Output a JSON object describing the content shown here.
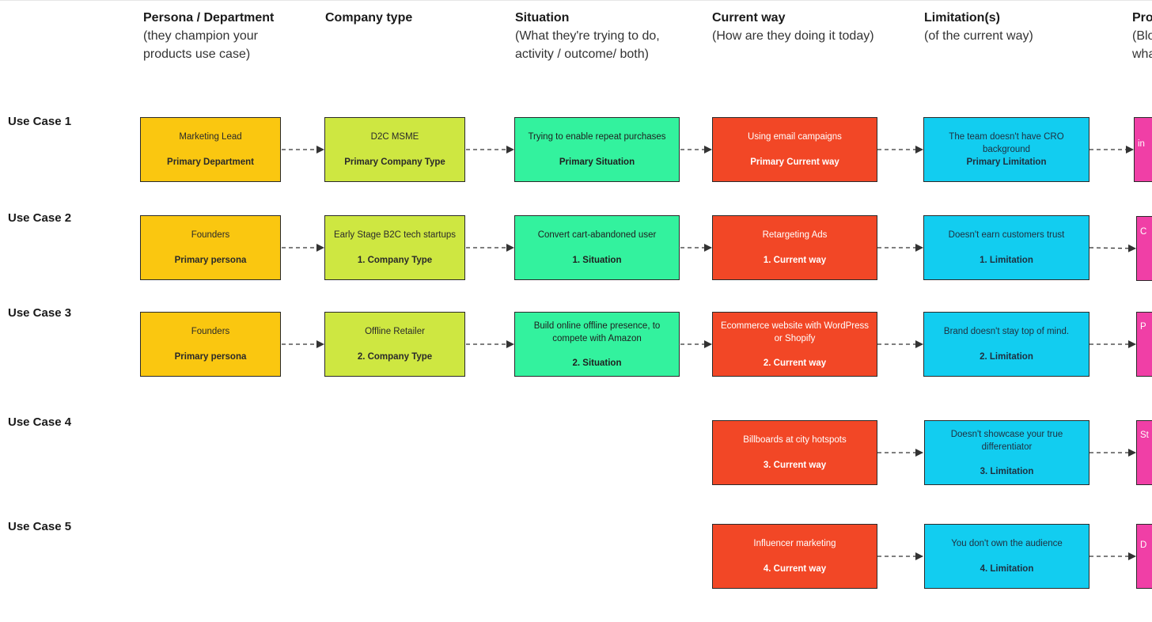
{
  "columns": [
    {
      "title": "Persona / Department",
      "subtitle": "(they champion your\nproducts use case)"
    },
    {
      "title": "Company type",
      "subtitle": ""
    },
    {
      "title": "Situation",
      "subtitle": "(What they're trying to do,\nactivity / outcome/ both)"
    },
    {
      "title": "Current way",
      "subtitle": "(How are they doing it today)"
    },
    {
      "title": "Limitation(s)",
      "subtitle": "(of the current way)"
    },
    {
      "title": "Pro",
      "subtitle": "(Blo\nwha"
    }
  ],
  "rows": [
    {
      "label": "Use Case 1"
    },
    {
      "label": "Use Case 2"
    },
    {
      "label": "Use Case 3"
    },
    {
      "label": "Use Case 4"
    },
    {
      "label": "Use Case 5"
    }
  ],
  "cards": {
    "r1_persona": {
      "text": "Marketing Lead",
      "tag": "Primary Department"
    },
    "r1_company": {
      "text": "D2C MSME",
      "tag": "Primary Company Type"
    },
    "r1_situation": {
      "text": "Trying to enable repeat purchases",
      "tag": "Primary Situation"
    },
    "r1_current": {
      "text": "Using email campaigns",
      "tag": "Primary Current way"
    },
    "r1_limitation": {
      "text": "The team doesn't have CRO background",
      "tag": "Primary Limitation"
    },
    "r1_product": {
      "text": "in"
    },
    "r2_persona": {
      "text": "Founders",
      "tag": "Primary persona"
    },
    "r2_company": {
      "text": "Early Stage B2C tech startups",
      "tag": "1. Company Type"
    },
    "r2_situation": {
      "text": "Convert cart-abandoned user",
      "tag": "1. Situation"
    },
    "r2_current": {
      "text": "Retargeting Ads",
      "tag": "1. Current way"
    },
    "r2_limitation": {
      "text": "Doesn't earn customers trust",
      "tag": "1. Limitation"
    },
    "r2_product": {
      "text": "C"
    },
    "r3_persona": {
      "text": "Founders",
      "tag": "Primary persona"
    },
    "r3_company": {
      "text": "Offline Retailer",
      "tag": "2. Company Type"
    },
    "r3_situation": {
      "text": "Build online offline presence, to compete with Amazon",
      "tag": "2. Situation"
    },
    "r3_current": {
      "text": "Ecommerce website with WordPress or Shopify",
      "tag": "2. Current way"
    },
    "r3_limitation": {
      "text": "Brand doesn't stay top of mind.",
      "tag": "2. Limitation"
    },
    "r3_product": {
      "text": "P"
    },
    "r4_current": {
      "text": "Billboards at city hotspots",
      "tag": "3. Current way"
    },
    "r4_limitation": {
      "text": "Doesn't showcase your true differentiator",
      "tag": "3. Limitation"
    },
    "r4_product": {
      "text": "St"
    },
    "r5_current": {
      "text": "Influencer marketing",
      "tag": "4. Current way"
    },
    "r5_limitation": {
      "text": "You don't own the audience",
      "tag": "4. Limitation"
    },
    "r5_product": {
      "text": "D"
    }
  },
  "colors": {
    "persona": "#FAC710",
    "company": "#CEE741",
    "situation": "#33F29E",
    "current": "#F24726",
    "limitation": "#12CDF0",
    "product": "#F03FA6",
    "connector": "#333333"
  }
}
